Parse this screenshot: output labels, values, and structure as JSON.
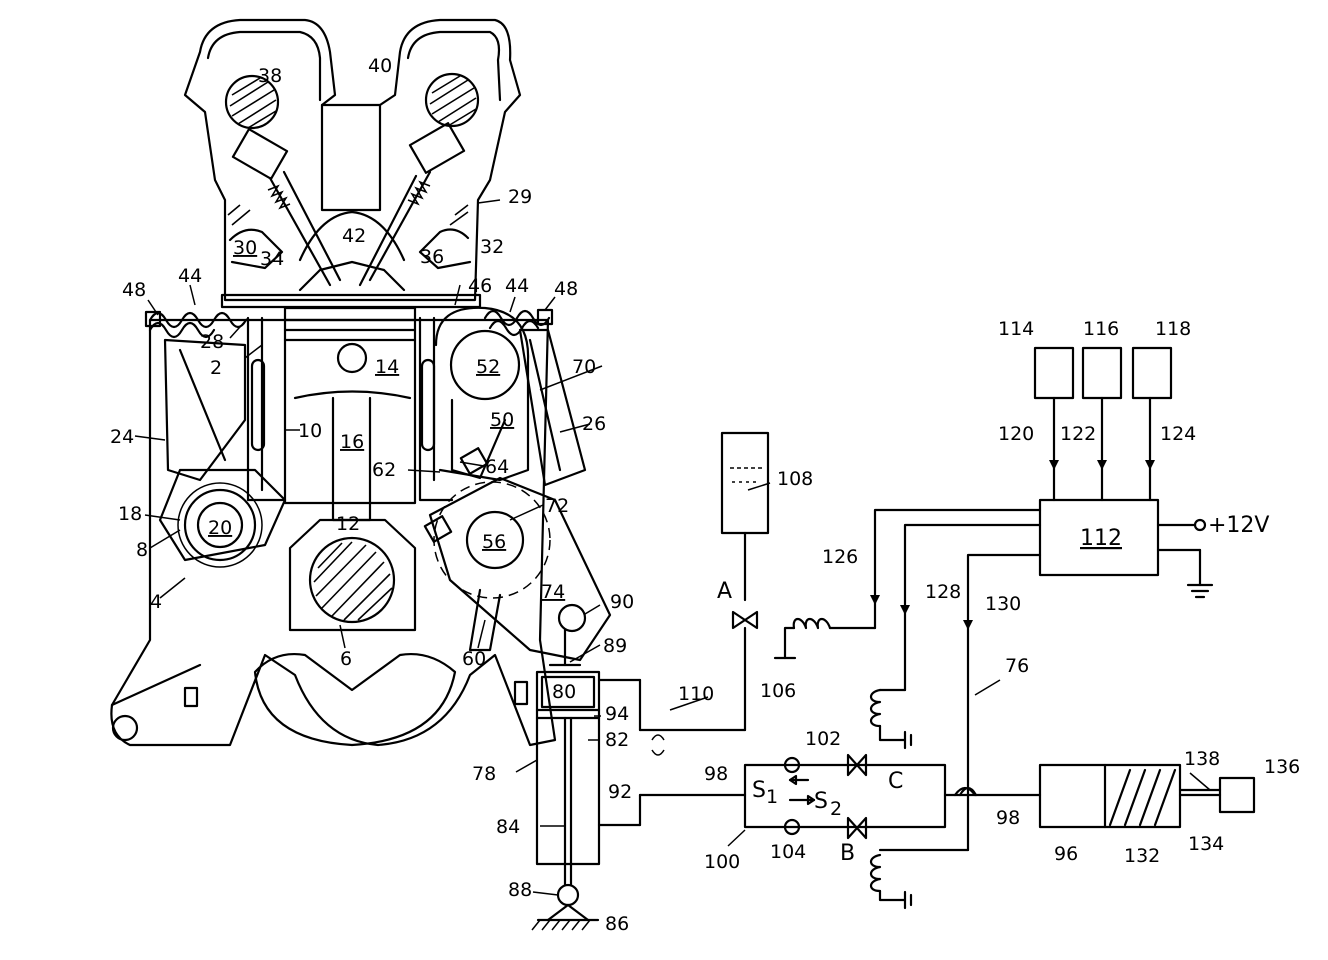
{
  "labels": {
    "l2": "2",
    "l4": "4",
    "l6": "6",
    "l8": "8",
    "l10": "10",
    "l12": "12",
    "l14": "14",
    "l16": "16",
    "l18": "18",
    "l20": "20",
    "l24": "24",
    "l26": "26",
    "l28": "28",
    "l29": "29",
    "l30": "30",
    "l32": "32",
    "l34": "34",
    "l36": "36",
    "l38": "38",
    "l40": "40",
    "l42": "42",
    "l44a": "44",
    "l44b": "44",
    "l46": "46",
    "l48a": "48",
    "l48b": "48",
    "l50": "50",
    "l52": "52",
    "l56": "56",
    "l60": "60",
    "l62": "62",
    "l64": "64",
    "l70": "70",
    "l72": "72",
    "l74": "74",
    "l76": "76",
    "l78": "78",
    "l80": "80",
    "l82": "82",
    "l84": "84",
    "l86": "86",
    "l88": "88",
    "l89": "89",
    "l90": "90",
    "l92": "92",
    "l94": "94",
    "l96": "96",
    "l98a": "98",
    "l98b": "98",
    "l100": "100",
    "l102": "102",
    "l104": "104",
    "l106": "106",
    "l108": "108",
    "l110": "110",
    "l112": "112",
    "l114": "114",
    "l116": "116",
    "l118": "118",
    "l120": "120",
    "l122": "122",
    "l124": "124",
    "l126": "126",
    "l128": "128",
    "l130": "130",
    "l132": "132",
    "l134": "134",
    "l136": "136",
    "l138": "138",
    "valveA": "A",
    "valveB": "B",
    "valveC": "C",
    "s1": "S",
    "s1sub": "1",
    "s2": "S",
    "s2sub": "2",
    "supply": "+12V"
  }
}
